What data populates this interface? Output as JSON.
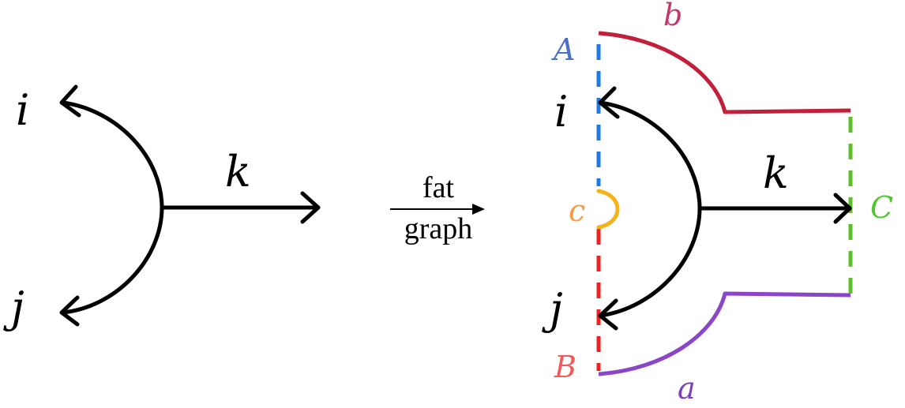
{
  "left_diagram": {
    "label_i": "i",
    "label_j": "j",
    "label_k": "k"
  },
  "transform_arrow": {
    "label_top": "fat",
    "label_bottom": "graph"
  },
  "right_diagram": {
    "label_i": "i",
    "label_j": "j",
    "label_k": "k",
    "label_A": "A",
    "label_B": "B",
    "label_C": "C",
    "label_a": "a",
    "label_b": "b",
    "label_c": "c"
  },
  "colors": {
    "black": "#000000",
    "edge_A": "#1f7ae8",
    "edge_B": "#ee2222",
    "edge_C": "#5cc02a",
    "curve_a": "#8a45c8",
    "curve_b": "#c21f3b",
    "arc_c": "#f6b21a",
    "text_A": "#4a70c9",
    "text_B": "#f05a5a",
    "text_C": "#4fc82f",
    "text_a": "#7a3dbd",
    "text_b": "#c2386b",
    "text_c": "#f59a45"
  }
}
